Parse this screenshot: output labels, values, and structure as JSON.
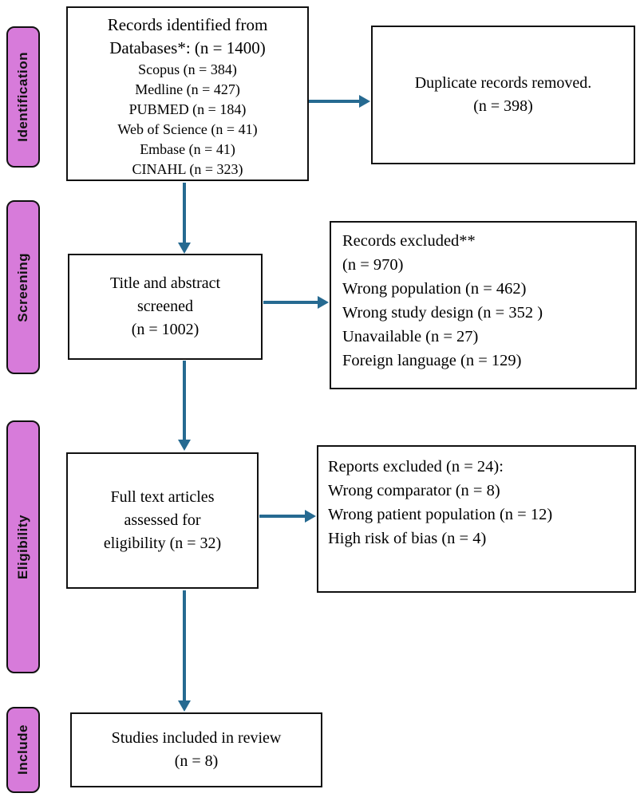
{
  "colors": {
    "stage_label_bg": "#d77bda",
    "arrow": "#266a91",
    "box_border": "#111111"
  },
  "stages": {
    "identification": "Identification",
    "screening": "Screening",
    "eligibility": "Eligibility",
    "include": "Include"
  },
  "boxes": {
    "records_identified": {
      "title_lines": [
        "Records identified from",
        "Databases*: (n = 1400)"
      ],
      "sources": [
        "Scopus  (n = 384)",
        "Medline (n = 427)",
        "PUBMED (n = 184)",
        "Web of Science (n = 41)",
        "Embase (n = 41)",
        "CINAHL (n = 323)"
      ]
    },
    "duplicates_removed": {
      "lines": [
        "Duplicate records removed.",
        "(n = 398)"
      ]
    },
    "title_abstract_screened": {
      "lines": [
        "Title and abstract",
        "screened",
        "(n = 1002)"
      ]
    },
    "records_excluded": {
      "lines": [
        "Records excluded**",
        "(n = 970)",
        "Wrong population (n = 462)",
        "Wrong study design (n = 352 )",
        "Unavailable (n = 27)",
        "Foreign language (n = 129)"
      ]
    },
    "full_text_assessed": {
      "lines": [
        "Full text articles",
        "assessed for",
        "eligibility (n = 32)"
      ]
    },
    "reports_excluded": {
      "lines": [
        "Reports excluded (n = 24):",
        "Wrong comparator (n = 8)",
        "Wrong patient population (n = 12)",
        "High risk of bias (n = 4)"
      ]
    },
    "studies_included": {
      "lines": [
        "Studies included in review",
        "(n = 8)"
      ]
    }
  }
}
